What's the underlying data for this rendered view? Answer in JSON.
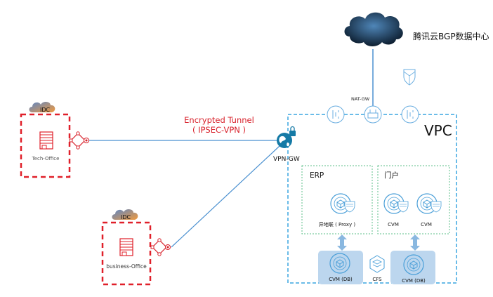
{
  "cloud_label": "腾讯云BGP数据中心",
  "nat_gw_label": "NAT-GW",
  "vpc_label": "VPC",
  "vpn_gw_label": "VPN-GW",
  "tunnel": {
    "line1": "Encrypted Tunnel",
    "line2": "( IPSEC-VPN )"
  },
  "offices": [
    {
      "idc_label": "IDC",
      "name": "Tech-Office"
    },
    {
      "idc_label": "IDC",
      "name": "business-Office"
    }
  ],
  "subnets": [
    {
      "title": "ERP",
      "nodes": [
        "异地联 ( Proxy )"
      ]
    },
    {
      "title": "门户",
      "nodes": [
        "CVM",
        "CVM"
      ]
    }
  ],
  "storage": {
    "db1": "CVM (DB)",
    "cfs": "CFS",
    "db2": "CVM (DB)"
  },
  "colors": {
    "office": "#e0202a",
    "link": "#4a90d0",
    "vpc": "#3aa6e0",
    "subnet": "#5cbf8a",
    "db_bg": "#bcd6ee",
    "tunnel_text": "#d8202a"
  }
}
